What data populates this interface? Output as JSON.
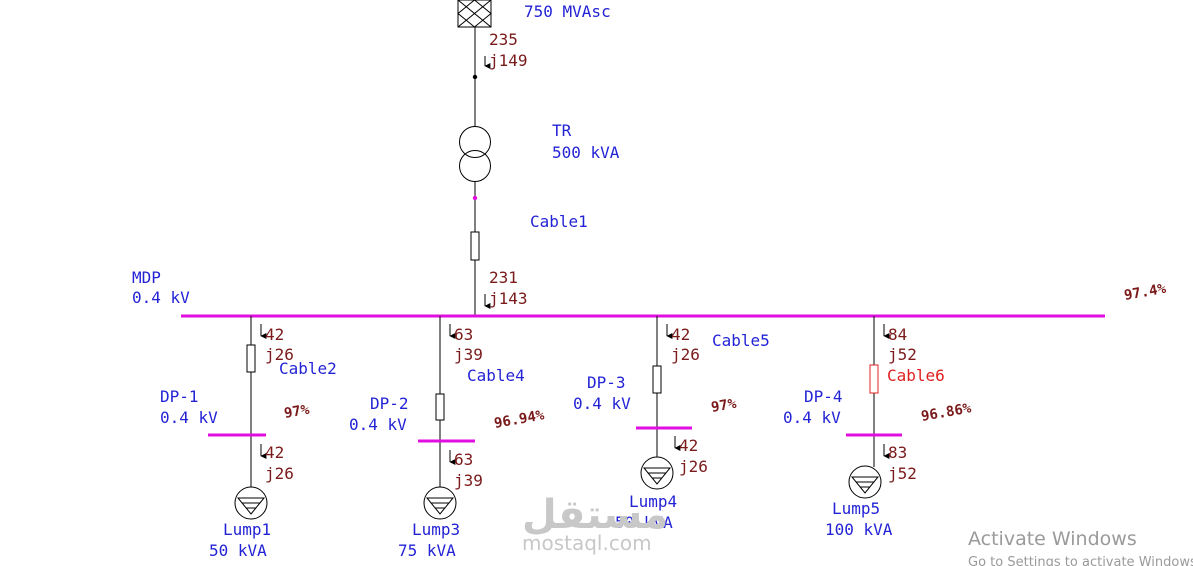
{
  "utility": {
    "rating": "750 MVAsc",
    "flow_p": "235",
    "flow_q": "j149"
  },
  "transformer": {
    "name": "TR",
    "rating": "500 kVA"
  },
  "cable1": {
    "name": "Cable1"
  },
  "mdp": {
    "name": "MDP",
    "voltage": "0.4 kV",
    "flow_p": "231",
    "flow_q": "j143",
    "pct": "97.4%"
  },
  "branches": [
    {
      "feeder_p": "42",
      "feeder_q": "j26",
      "cable": "Cable2",
      "bus": "DP-1",
      "voltage": "0.4 kV",
      "pct": "97%",
      "load_p": "42",
      "load_q": "j26",
      "load": "Lump1",
      "load_rating": "50 kVA"
    },
    {
      "feeder_p": "63",
      "feeder_q": "j39",
      "cable": "Cable4",
      "bus": "DP-2",
      "voltage": "0.4 kV",
      "pct": "96.94%",
      "load_p": "63",
      "load_q": "j39",
      "load": "Lump3",
      "load_rating": "75 kVA"
    },
    {
      "feeder_p": "42",
      "feeder_q": "j26",
      "cable": "Cable5",
      "bus": "DP-3",
      "voltage": "0.4 kV",
      "pct": "97%",
      "load_p": "42",
      "load_q": "j26",
      "load": "Lump4",
      "load_rating": "50 kVA"
    },
    {
      "feeder_p": "84",
      "feeder_q": "j52",
      "cable": "Cable6",
      "bus": "DP-4",
      "voltage": "0.4 kV",
      "pct": "96.86%",
      "load_p": "83",
      "load_q": "j52",
      "load": "Lump5",
      "load_rating": "100 kVA"
    }
  ],
  "watermark": {
    "arabic": "مستقل",
    "latin": "mostaql.com"
  },
  "activation": {
    "title": "Activate Windows",
    "subtitle": "Go to Settings to activate Windows."
  },
  "colors": {
    "bus": "#e00fe0",
    "label": "#2323d6",
    "flow": "#7a1a1a",
    "highlight": "#e02020"
  }
}
